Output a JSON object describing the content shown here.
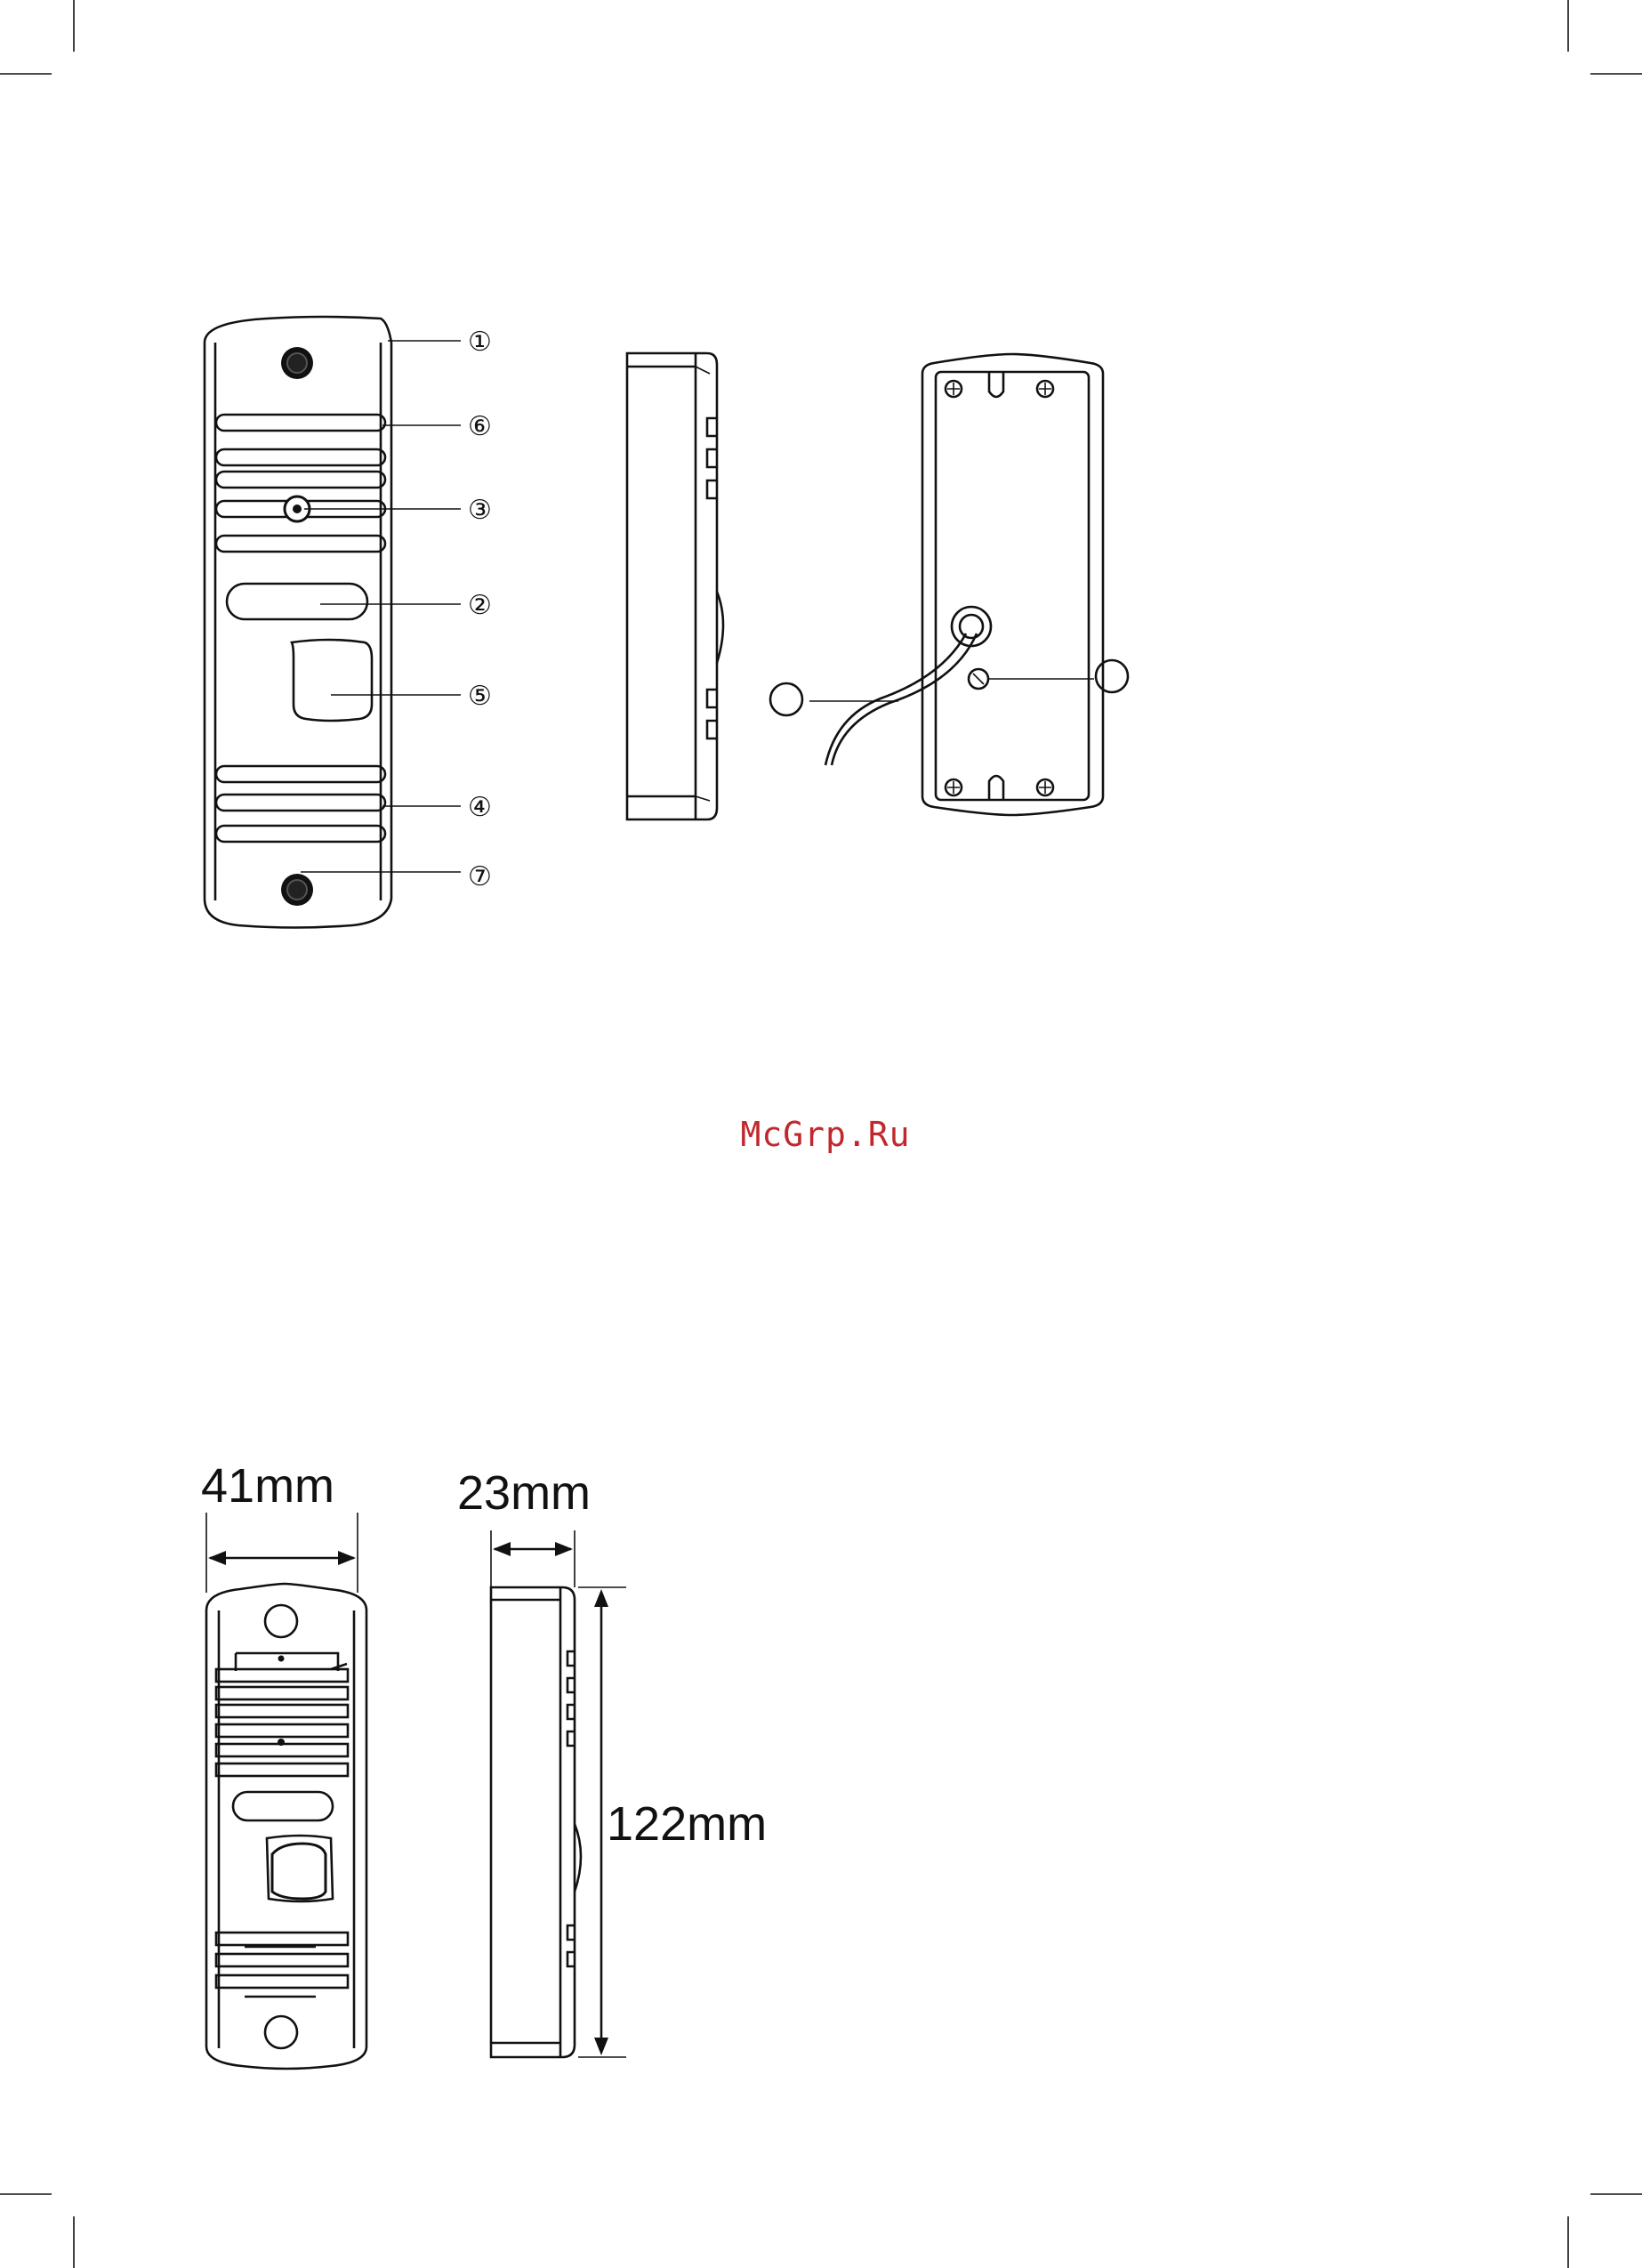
{
  "callouts": [
    "①",
    "⑥",
    "③",
    "②",
    "⑤",
    "④",
    "⑦"
  ],
  "dimensions": {
    "width": "41mm",
    "depth": "23mm",
    "height": "122mm"
  },
  "watermark": "McGrp.Ru",
  "colors": {
    "watermark": "#c1272d",
    "line": "#111111"
  }
}
